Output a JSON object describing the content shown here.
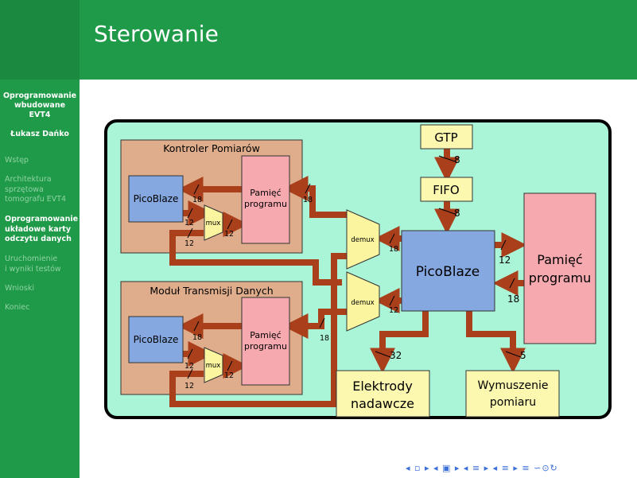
{
  "header": {
    "title": "Sterowanie"
  },
  "sidebar": {
    "presentation_title": [
      "Oprogramowanie",
      "wbudowane",
      "EVT4"
    ],
    "author": "Łukasz Dańko",
    "items": [
      {
        "lines": [
          "Wstęp"
        ],
        "active": false
      },
      {
        "lines": [
          "Architektura",
          "sprzętowa",
          "tomografu EVT4"
        ],
        "active": false
      },
      {
        "lines": [
          "Oprogramowanie",
          "układowe karty",
          "odczytu danych"
        ],
        "active": true
      },
      {
        "lines": [
          "Uruchomienie",
          "i wyniki testów"
        ],
        "active": false
      },
      {
        "lines": [
          "Wnioski"
        ],
        "active": false
      },
      {
        "lines": [
          "Koniec"
        ],
        "active": false
      }
    ]
  },
  "diagram": {
    "colors": {
      "background": "#aaf5d8",
      "module": "#dfad8b",
      "picoblaze": "#86a8e0",
      "memory": "#f7a9b0",
      "mux": "#fbf5a0",
      "io": "#fdf8b0",
      "bus": "#a9401b"
    },
    "module1": {
      "title": "Kontroler Pomiarów",
      "picoblaze": "PicoBlaze",
      "memory": [
        "Pamięć",
        "programu"
      ],
      "mux": "mux",
      "widths": {
        "mem_to_pb": "18",
        "mem_in": "18",
        "pb_to_mux": "12",
        "mux_to_mem": "12",
        "feedback": "12"
      }
    },
    "module2": {
      "title": "Moduł Transmisji Danych",
      "picoblaze": "PicoBlaze",
      "memory": [
        "Pamięć",
        "programu"
      ],
      "mux": "mux",
      "widths": {
        "mem_to_pb": "18",
        "mem_in": "18",
        "pb_to_mux": "12",
        "mux_to_mem": "12",
        "feedback": "12"
      }
    },
    "gtp": "GTP",
    "fifo": "FIFO",
    "gtp_fifo_width": "8",
    "fifo_pb_width": "8",
    "main_picoblaze": "PicoBlaze",
    "main_memory": [
      "Pamięć",
      "programu"
    ],
    "main_mem_widths": {
      "to_memory": "12",
      "from_memory": "18"
    },
    "demux1": {
      "label": "demux",
      "width": "18"
    },
    "demux2": {
      "label": "demux",
      "width": "12"
    },
    "electrodes": {
      "lines": [
        "Elektrody",
        "nadawcze"
      ],
      "width": "32"
    },
    "excitation": {
      "lines": [
        "Wymuszenie",
        "pomiaru"
      ],
      "width": "5"
    }
  },
  "footer": {
    "nav_symbols": "◂ ▫ ▸ ◂ ▣ ▸ ◂ ≡ ▸ ◂ ≡ ▸  ≡  ∽⊙↻"
  }
}
